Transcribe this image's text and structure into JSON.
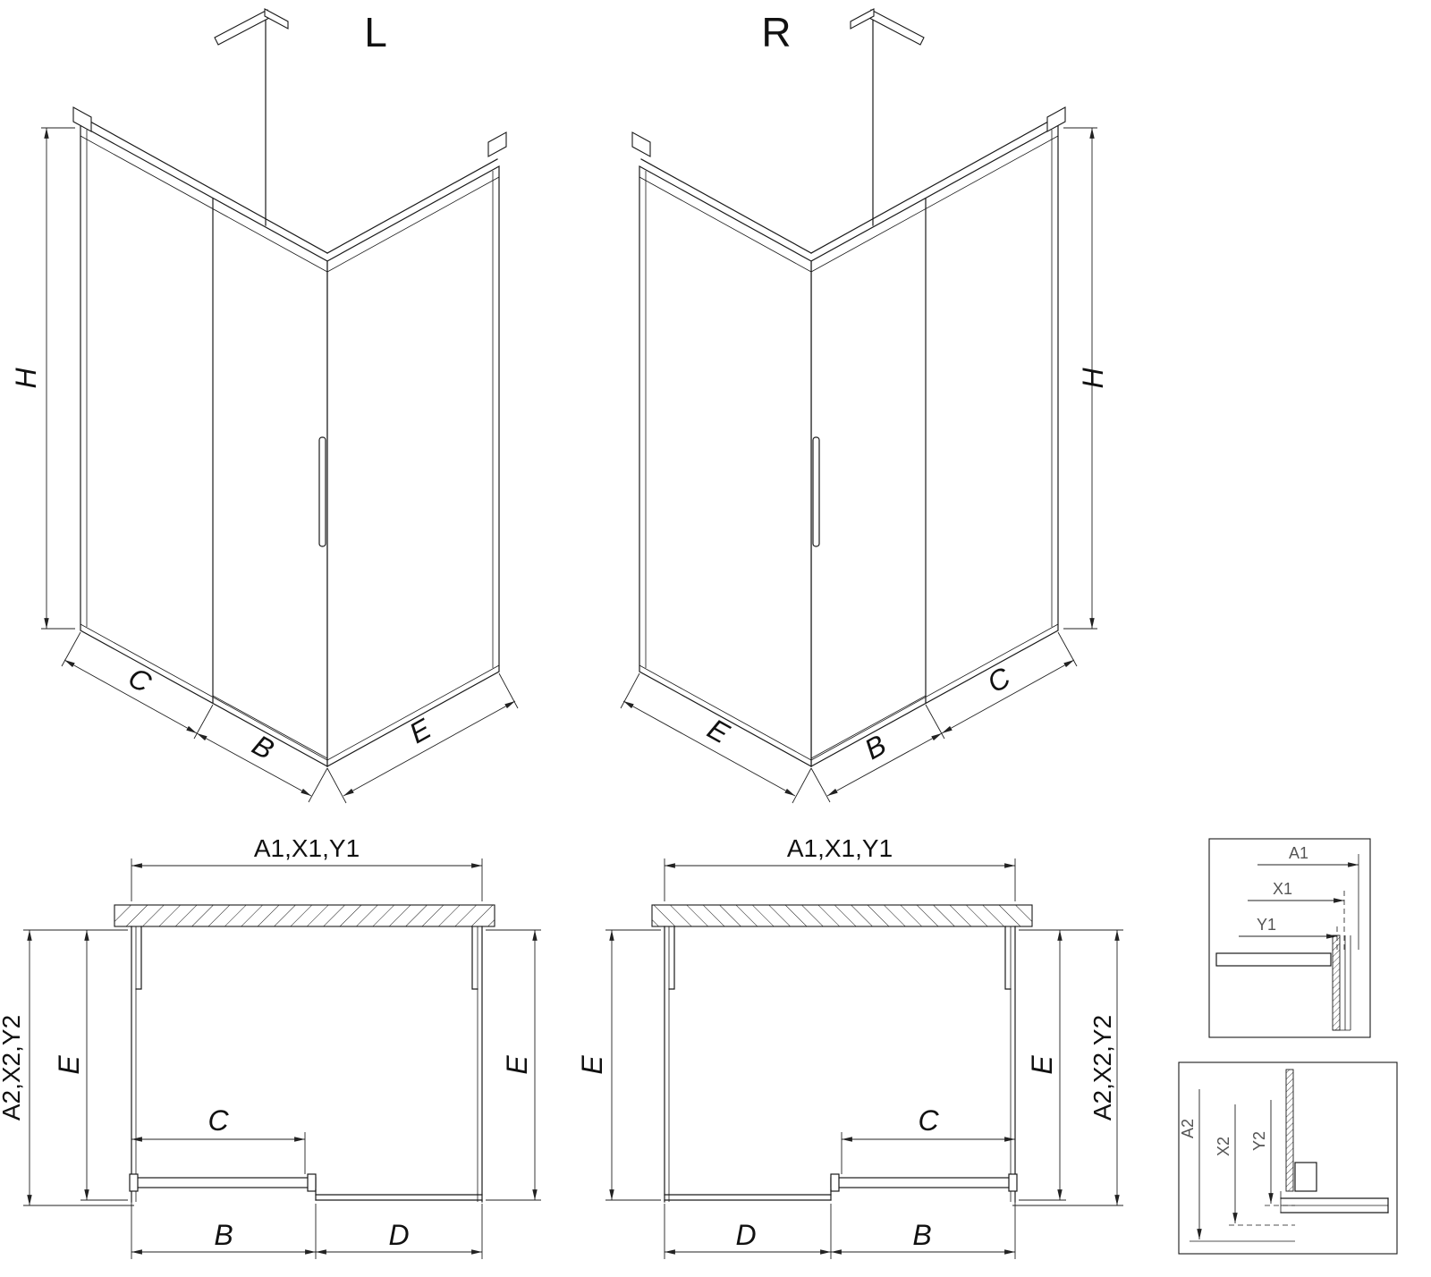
{
  "labels": {
    "iso_left": {
      "title": "L",
      "h": "H",
      "c": "C",
      "b": "B",
      "e": "E"
    },
    "iso_right": {
      "title": "R",
      "h": "H",
      "c": "C",
      "b": "B",
      "e": "E"
    },
    "plan_left": {
      "top": "A1,X1,Y1",
      "outer_left": "A2,X2,Y2",
      "inner_left": "E",
      "inner_right": "E",
      "c": "C",
      "b": "B",
      "d": "D"
    },
    "plan_right": {
      "top": "A1,X1,Y1",
      "outer_right": "A2,X2,Y2",
      "inner_left": "E",
      "inner_right": "E",
      "c": "C",
      "d": "D",
      "b": "B"
    },
    "detail_top": {
      "a1": "A1",
      "x1": "X1",
      "y1": "Y1"
    },
    "detail_bottom": {
      "a2": "A2",
      "x2": "X2",
      "y2": "Y2"
    }
  },
  "colors": {
    "line": "#1a1a1a",
    "dimension": "#222222",
    "detail_label": "#555555",
    "background": "#ffffff"
  }
}
